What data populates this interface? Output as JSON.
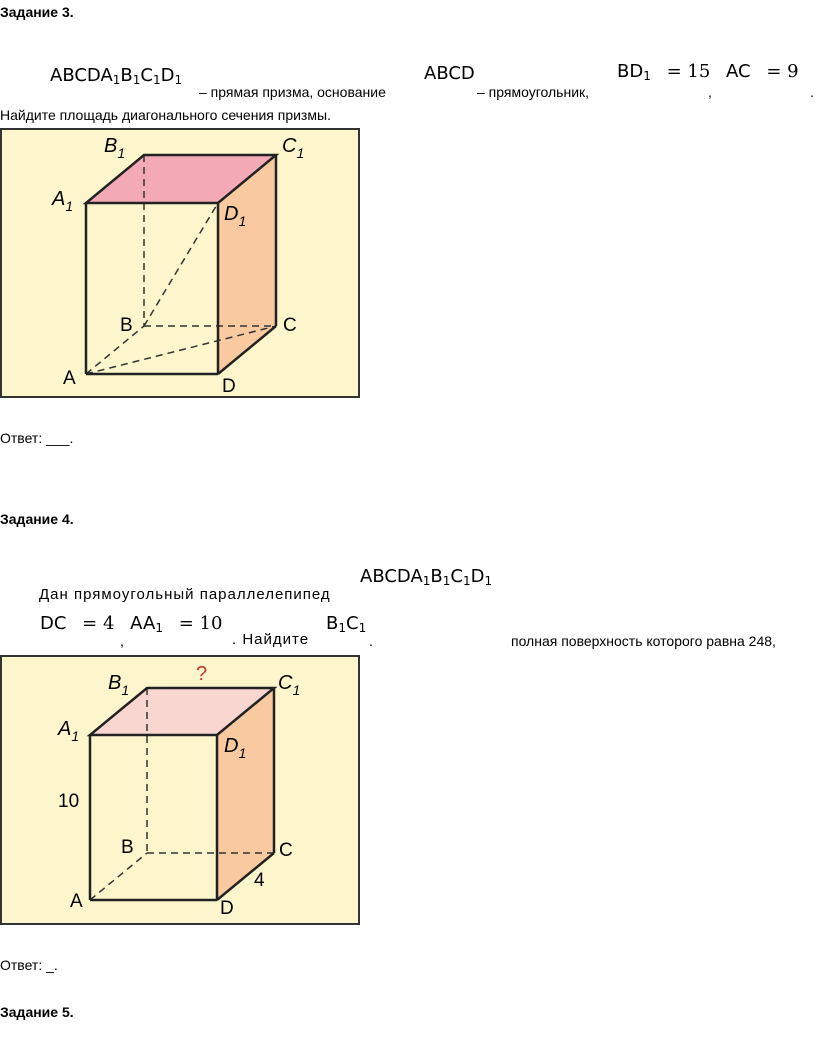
{
  "task3": {
    "heading": "Задание 3.",
    "prism": "ABCDA",
    "prism_sub1": "1",
    "prism_b": "B",
    "prism_sub2": "1",
    "prism_c": "C",
    "prism_sub3": "1",
    "prism_d": "D",
    "prism_sub4": "1",
    "text_prism": "– прямая призма, основание",
    "base": "ABCD",
    "text_rect": "– прямоугольник,",
    "bd_label": "BD",
    "bd_sub": "1",
    "bd_eq": "= 15",
    "ac_label": "AC",
    "ac_eq": "= 9",
    "comma": ",",
    "period": ".",
    "question": "Найдите площадь диагонального сечения призмы.",
    "answer": "Ответ:  ___.",
    "figure": {
      "labels": {
        "B1": "B",
        "C1": "C",
        "A1": "A",
        "D1": "D",
        "B": "B",
        "C": "C",
        "A": "A",
        "D": "D",
        "sub": "1"
      }
    }
  },
  "task4": {
    "heading": "Задание 4.",
    "prism": "ABCDA",
    "sub": "1",
    "b": "B",
    "c": "C",
    "d": "D",
    "given": "Дан прямоугольный параллелепипед",
    "dc_label": "DC",
    "dc_eq": "= 4",
    "aa_label": "AA",
    "aa_eq": "= 10",
    "comma": ",",
    "find": ". Найдите",
    "b1c1": "B",
    "c1": "C",
    "period": ".",
    "surface": "полная поверхность которого равна 248,",
    "answer": "Ответ:  _.",
    "figure": {
      "question_mark": "?",
      "height": "10",
      "width": "4",
      "labels": {
        "B": "B",
        "C": "C",
        "A": "A",
        "D": "D",
        "sub": "1"
      }
    }
  },
  "task5": {
    "heading": "Задание 5."
  },
  "colors": {
    "panel_bg": "#fdf6cc",
    "top_face_task3": "#f3aab6",
    "top_face_task4": "#f9d6cf",
    "side_face": "#f9c9a0",
    "question_mark": "#c0392b"
  }
}
